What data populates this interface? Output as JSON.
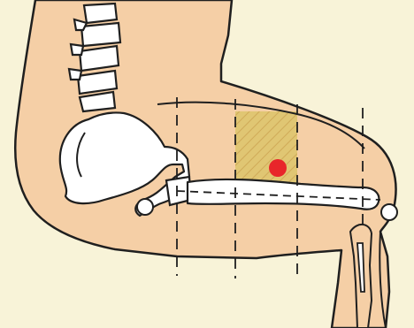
{
  "colors": {
    "background": "#f8f3d8",
    "skin": "#f5cfa6",
    "outline": "#1f1f1f",
    "bone": "#ffffff",
    "target_zone_fill": "#dcc46a",
    "target_zone_hatch": "#c9a44a",
    "acupoint": "#e8262a"
  },
  "diagram": {
    "subject": "lateral-view-hip-and-thigh",
    "structures": [
      "spine",
      "pelvis",
      "femur",
      "knee",
      "lower-leg-bones"
    ],
    "highlighted_region": "thigh-middle-third",
    "marker": "red-dot-acupoint",
    "division_lines": 4
  }
}
